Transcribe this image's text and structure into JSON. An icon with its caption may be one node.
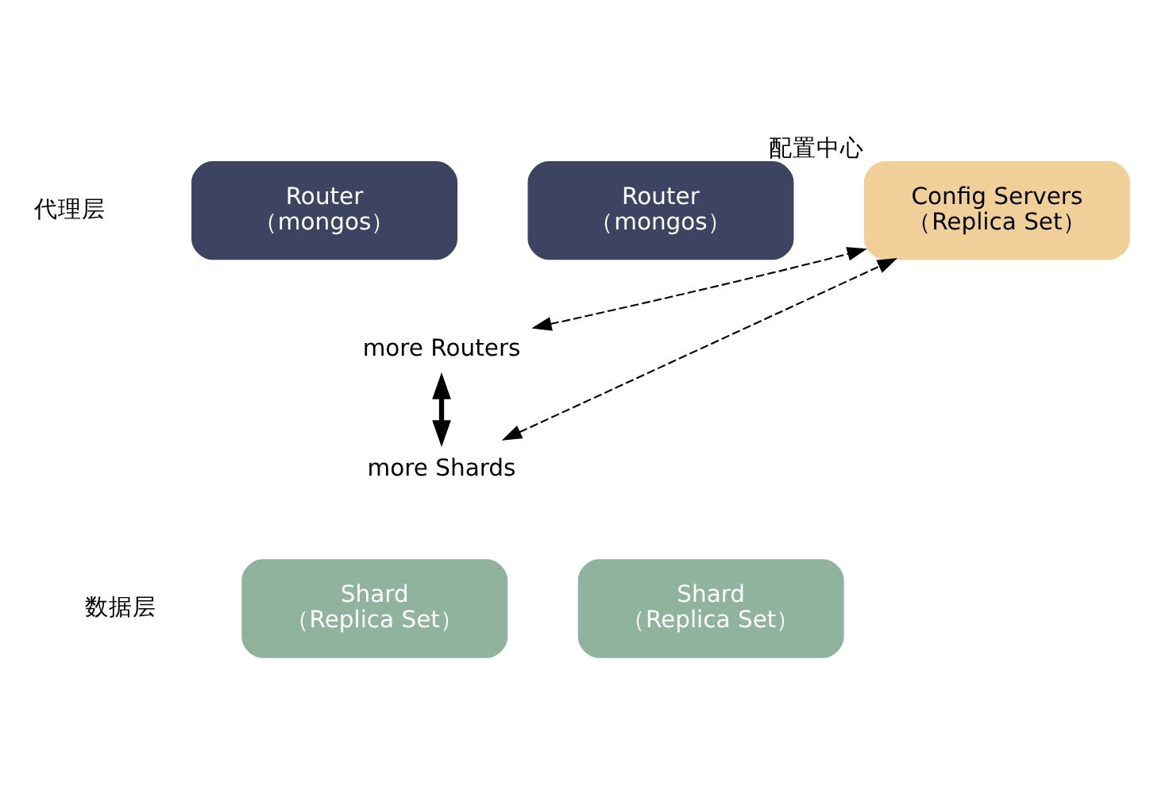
{
  "diagram": {
    "nodes": [
      {
        "text": [
          "Router",
          "（mongos）"
        ]
      },
      {
        "text": [
          "Router",
          "（mongos）"
        ]
      },
      {
        "text": [
          "more Routers"
        ]
      },
      {
        "text": [
          "Config Servers",
          "（Replica Set）"
        ],
        "beside": [
          "配置中心"
        ]
      },
      {
        "text": [
          "more Shards"
        ]
      },
      {
        "text": [
          "Shard",
          "（Replica Set）"
        ]
      },
      {
        "text": [
          "Shard",
          "（Replica Set）"
        ]
      }
    ],
    "edges": [
      {
        "from": 2,
        "to": 4,
        "arrow": "both",
        "style": "thick"
      },
      {
        "from": 2,
        "to": 3,
        "arrow": "both",
        "style": "dashed"
      },
      {
        "from": 4,
        "to": 3,
        "arrow": "both",
        "style": "dashed"
      }
    ],
    "labels": [
      "代理层",
      "数据层"
    ]
  }
}
